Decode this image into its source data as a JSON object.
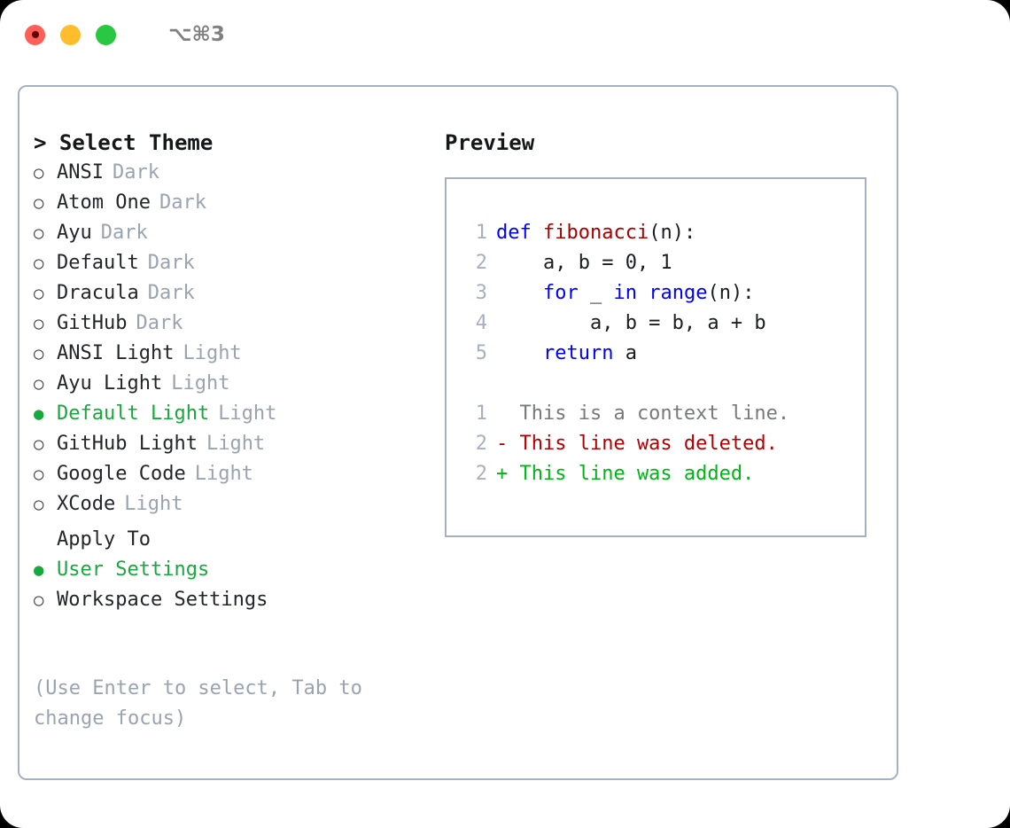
{
  "titlebar": {
    "shortcut": "⌥⌘3",
    "buttons": [
      {
        "name": "close",
        "color": "#ff5f57",
        "inner_color": "#5c0100"
      },
      {
        "name": "minimize",
        "color": "#ffbd2e",
        "inner_color": ""
      },
      {
        "name": "maximize",
        "color": "#28c840",
        "inner_color": ""
      }
    ]
  },
  "theme_section": {
    "header": "> Select Theme",
    "items": [
      {
        "marker": "○",
        "label": "ANSI",
        "tag": "Dark",
        "selected": false
      },
      {
        "marker": "○",
        "label": "Atom One",
        "tag": "Dark",
        "selected": false
      },
      {
        "marker": "○",
        "label": "Ayu",
        "tag": "Dark",
        "selected": false
      },
      {
        "marker": "○",
        "label": "Default",
        "tag": "Dark",
        "selected": false
      },
      {
        "marker": "○",
        "label": "Dracula",
        "tag": "Dark",
        "selected": false
      },
      {
        "marker": "○",
        "label": "GitHub",
        "tag": "Dark",
        "selected": false
      },
      {
        "marker": "○",
        "label": "ANSI Light",
        "tag": "Light",
        "selected": false
      },
      {
        "marker": "○",
        "label": "Ayu Light",
        "tag": "Light",
        "selected": false
      },
      {
        "marker": "●",
        "label": "Default Light",
        "tag": "Light",
        "selected": true
      },
      {
        "marker": "○",
        "label": "GitHub Light",
        "tag": "Light",
        "selected": false
      },
      {
        "marker": "○",
        "label": "Google Code",
        "tag": "Light",
        "selected": false
      },
      {
        "marker": "○",
        "label": "XCode",
        "tag": "Light",
        "selected": false
      }
    ]
  },
  "apply_section": {
    "title": "Apply To",
    "items": [
      {
        "marker": "●",
        "label": "User Settings",
        "selected": true
      },
      {
        "marker": "○",
        "label": "Workspace Settings",
        "selected": false
      }
    ]
  },
  "hint": "(Use Enter to select, Tab to change focus)",
  "preview": {
    "title": "Preview",
    "code_lines": [
      {
        "number": "1",
        "tokens": [
          {
            "text": "def ",
            "kind": "kw"
          },
          {
            "text": "fibonacci",
            "kind": "fn"
          },
          {
            "text": "(n):",
            "kind": "plain"
          }
        ]
      },
      {
        "number": "2",
        "tokens": [
          {
            "text": "    a, b = 0, 1",
            "kind": "plain"
          }
        ]
      },
      {
        "number": "3",
        "tokens": [
          {
            "text": "    ",
            "kind": "plain"
          },
          {
            "text": "for",
            "kind": "kw"
          },
          {
            "text": " _ ",
            "kind": "plain"
          },
          {
            "text": "in",
            "kind": "kw"
          },
          {
            "text": " ",
            "kind": "plain"
          },
          {
            "text": "range",
            "kind": "kw"
          },
          {
            "text": "(n):",
            "kind": "plain"
          }
        ]
      },
      {
        "number": "4",
        "tokens": [
          {
            "text": "        a, b = b, a + b",
            "kind": "plain"
          }
        ]
      },
      {
        "number": "5",
        "tokens": [
          {
            "text": "    ",
            "kind": "plain"
          },
          {
            "text": "return",
            "kind": "kw"
          },
          {
            "text": " a",
            "kind": "plain"
          }
        ]
      }
    ],
    "diff_lines": [
      {
        "number": "1",
        "tokens": [
          {
            "text": "  This is a context line.",
            "kind": "ctx"
          }
        ]
      },
      {
        "number": "2",
        "tokens": [
          {
            "text": "- This line was deleted.",
            "kind": "del"
          }
        ]
      },
      {
        "number": "2",
        "tokens": [
          {
            "text": "+ This line was added.",
            "kind": "add"
          }
        ]
      }
    ]
  },
  "colors": {
    "accent_green": "#17a93c",
    "panel_border": "#a6b0bf",
    "muted_text": "#9aa3b0",
    "keyword_blue": "#0000ff",
    "function_red": "#a60000",
    "diff_added": "#00b515",
    "diff_deleted": "#b30000"
  }
}
